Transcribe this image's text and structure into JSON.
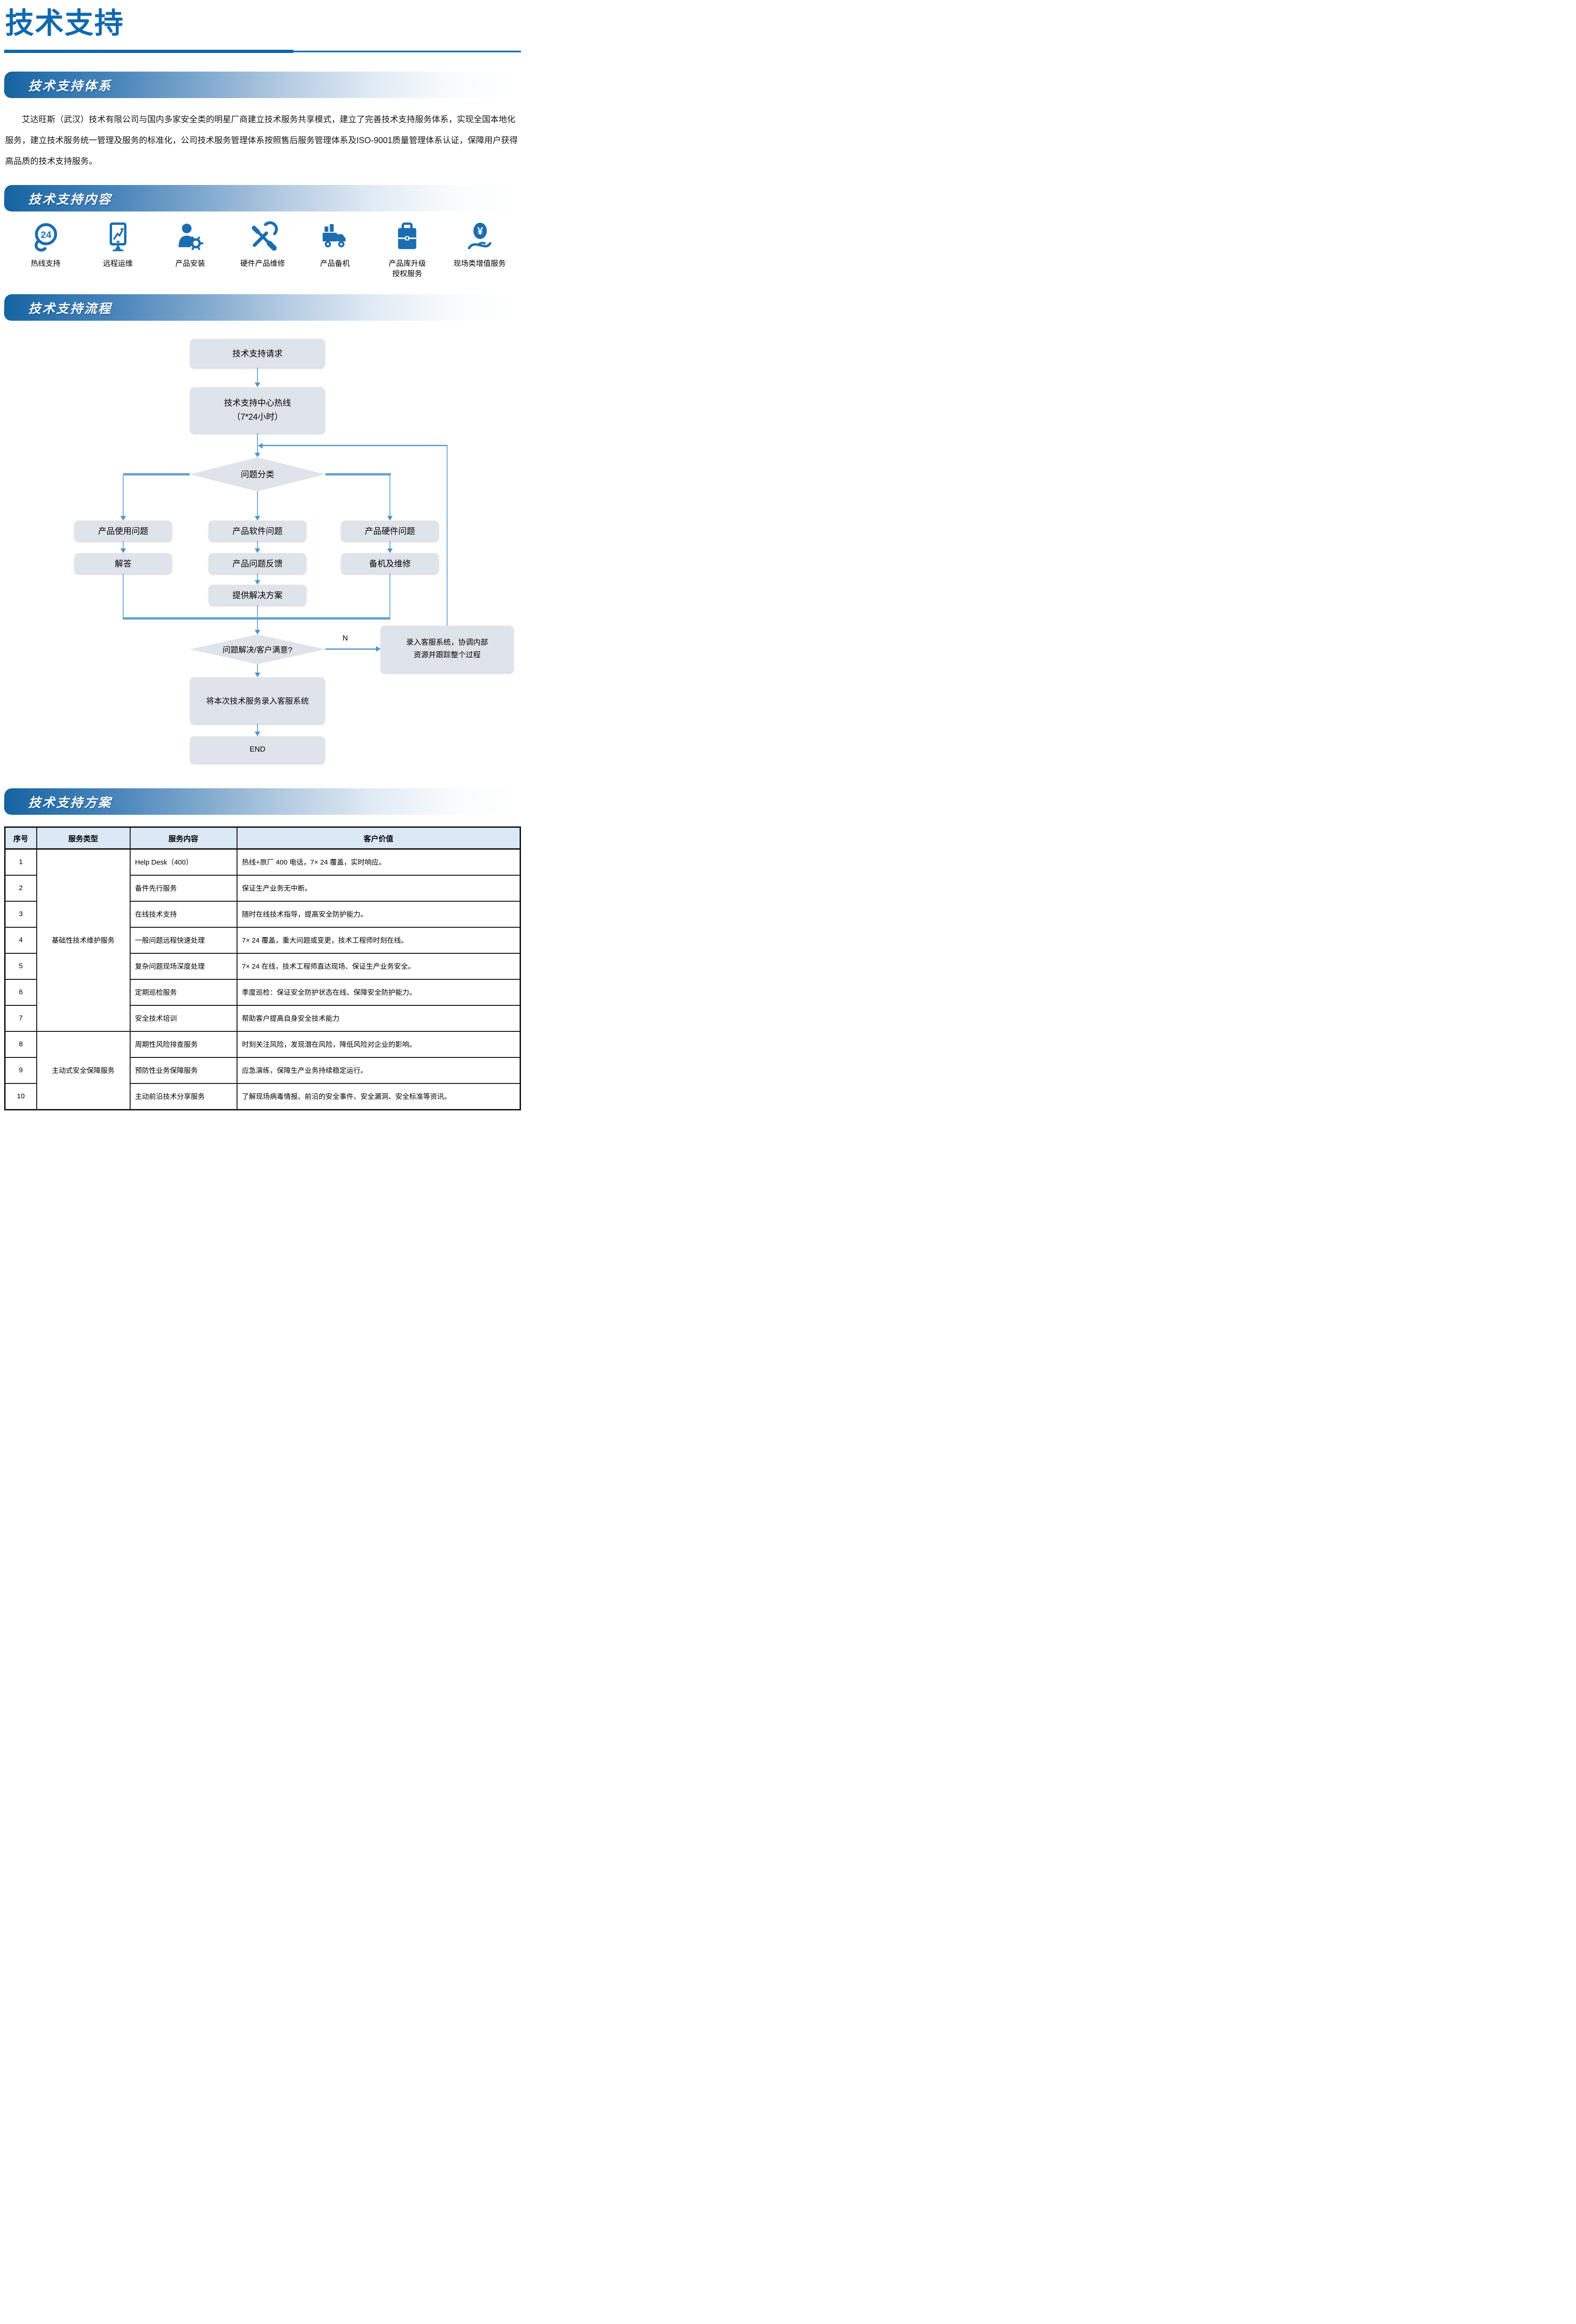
{
  "page": {
    "title": "技术支持"
  },
  "banners": {
    "system": "技术支持体系",
    "content": "技术支持内容",
    "process": "技术支持流程",
    "plan": "技术支持方案"
  },
  "system": {
    "paragraph": "艾达旺斯（武汉）技术有限公司与国内多家安全类的明星厂商建立技术服务共享模式，建立了完善技术支持服务体系，实现全国本地化服务，建立技术服务统一管理及服务的标准化，公司技术服务管理体系按照售后服务管理体系及ISO-9001质量管理体系认证，保障用户获得高品质的技术支持服务。"
  },
  "content": {
    "items": [
      {
        "icon": "hotline-24-icon",
        "label": "热线支持",
        "label2": ""
      },
      {
        "icon": "remote-monitor-icon",
        "label": "远程运维",
        "label2": ""
      },
      {
        "icon": "install-person-gear-icon",
        "label": "产品安装",
        "label2": ""
      },
      {
        "icon": "repair-tools-icon",
        "label": "硬件产品维修",
        "label2": ""
      },
      {
        "icon": "standby-truck-icon",
        "label": "产品备机",
        "label2": ""
      },
      {
        "icon": "upgrade-briefcase-icon",
        "label": "产品库升级",
        "label2": "授权服务"
      },
      {
        "icon": "onsite-value-hand-icon",
        "label": "现场类增值服务",
        "label2": ""
      }
    ]
  },
  "flow": {
    "request": "技术支持请求",
    "hotline1": "技术支持中心热线",
    "hotline2": "（7*24小时）",
    "classify": "问题分类",
    "usage": "产品使用问题",
    "software": "产品软件问题",
    "hardware": "产品硬件问题",
    "answer": "解答",
    "feedback": "产品问题反馈",
    "standby": "备机及维修",
    "solution": "提供解决方案",
    "satisfied": "问题解决/客户满意?",
    "no_label": "N",
    "crm1": "录入客服系统，协调内部",
    "crm2": "资源并跟踪整个过程",
    "record": "将本次技术服务录入客服系统",
    "end": "END"
  },
  "plan": {
    "headers": [
      "序号",
      "服务类型",
      "服务内容",
      "客户价值"
    ],
    "groups": [
      {
        "type": "基础性技术维护服务"
      },
      {
        "type": "主动式安全保障服务"
      }
    ],
    "rows": [
      {
        "no": "1",
        "content": "Help Desk（400）",
        "value": "热线+原厂 400 电话，7× 24 覆盖，实时响应。"
      },
      {
        "no": "2",
        "content": "备件先行服务",
        "value": "保证生产业务无中断。"
      },
      {
        "no": "3",
        "content": "在线技术支持",
        "value": "随时在线技术指导，提高安全防护能力。"
      },
      {
        "no": "4",
        "content": "一般问题远程快速处理",
        "value": "7× 24 覆盖，重大问题或变更，技术工程师时刻在线。"
      },
      {
        "no": "5",
        "content": "复杂问题现场深度处理",
        "value": "7× 24 在线，技术工程师直达现场、保证生产业务安全。"
      },
      {
        "no": "6",
        "content": "定期巡检服务",
        "value": "季度巡检：保证安全防护状态在线、保障安全防护能力。"
      },
      {
        "no": "7",
        "content": "安全技术培训",
        "value": "帮助客户提高自身安全技术能力"
      },
      {
        "no": "8",
        "content": "周期性风险排查服务",
        "value": "时刻关注风险，发现潜在风险，降低风险对企业的影响。"
      },
      {
        "no": "9",
        "content": "预防性业务保障服务",
        "value": "应急演练，保障生产业务持续稳定运行。"
      },
      {
        "no": "10",
        "content": "主动前沿技术分享服务",
        "value": "了解现场病毒情报、前沿的安全事件、安全漏洞、安全标准等资讯。"
      }
    ]
  },
  "colors": {
    "accent": "#1168b0",
    "icon_blue": "#1b6db0",
    "banner_start": "#15639f",
    "flow_box_fill": "#dfe4eb",
    "flow_line": "#6fa8d4",
    "table_header_bg": "#dbe8f6"
  }
}
